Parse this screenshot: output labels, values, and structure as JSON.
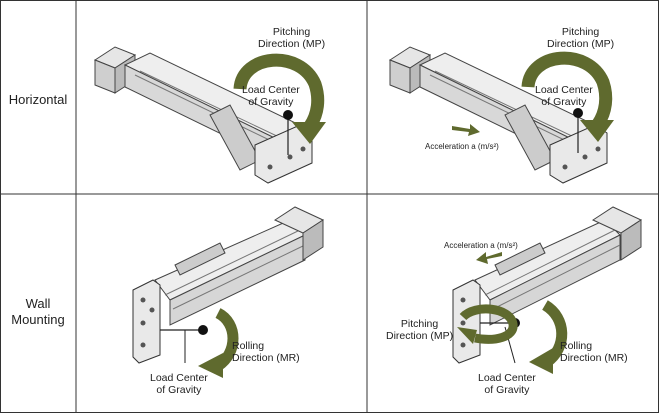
{
  "rows": [
    {
      "label": "Horizontal",
      "left": {
        "pitching": [
          "Pitching",
          "Direction (MP)"
        ],
        "load_center": [
          "Load Center",
          "of Gravity"
        ]
      },
      "right": {
        "pitching": [
          "Pitching",
          "Direction (MP)"
        ],
        "load_center": [
          "Load Center",
          "of Gravity"
        ],
        "acceleration": "Acceleration a  (m/s²)"
      }
    },
    {
      "label": "Wall\nMounting",
      "label_line1": "Wall",
      "label_line2": "Mounting",
      "left": {
        "rolling": [
          "Rolling",
          "Direction (MR)"
        ],
        "load_center": [
          "Load Center",
          "of Gravity"
        ]
      },
      "right": {
        "acceleration": "Acceleration a  (m/s²)",
        "pitching": [
          "Pitching",
          "Direction (MP)"
        ],
        "rolling": [
          "Rolling",
          "Direction (MR)"
        ],
        "load_center": [
          "Load Center",
          "of Gravity"
        ]
      }
    }
  ],
  "colors": {
    "arrow": "#5f6a2e",
    "border": "#333333",
    "actuator_light": "#eeeeee",
    "actuator_mid": "#bdbdbd",
    "actuator_dark": "#555555"
  }
}
